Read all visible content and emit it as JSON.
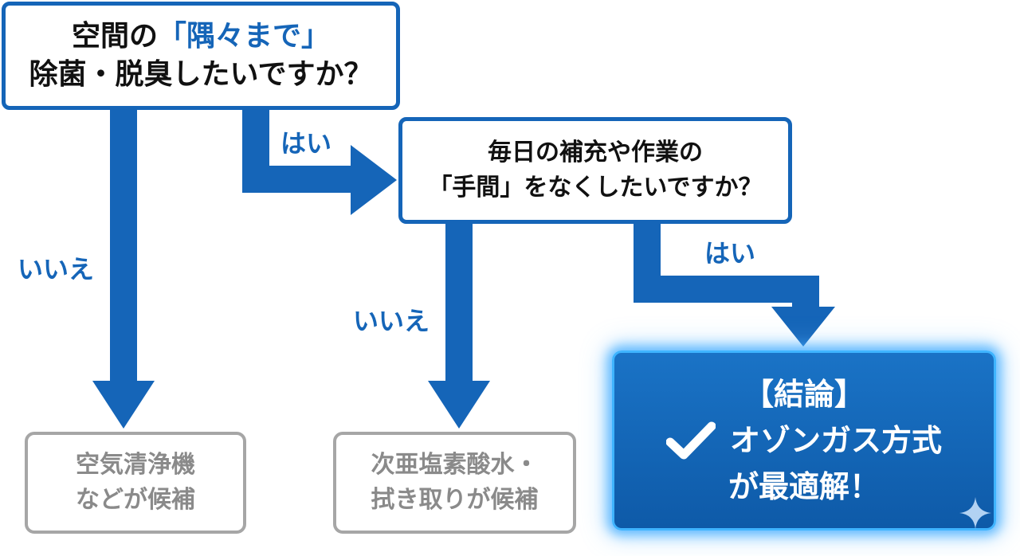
{
  "colors": {
    "primary_blue": "#1565b8",
    "candidate_gray": "#a6a6a6",
    "conclusion_glow": "#3fb4ff"
  },
  "question1": {
    "line1_before": "空間の",
    "line1_highlight": "「隅々まで」",
    "line2": "除菌・脱臭したいですか？"
  },
  "question2": {
    "line1": "毎日の補充や作業の",
    "line2": "「手間」をなくしたいですか？"
  },
  "labels": {
    "yes": "はい",
    "no": "いいえ"
  },
  "candidate1": {
    "line1": "空気清浄機",
    "line2": "などが候補"
  },
  "candidate2": {
    "line1": "次亜塩素酸水・",
    "line2": "拭き取りが候補"
  },
  "conclusion": {
    "tag": "【結論】",
    "line2": "オゾンガス方式",
    "line3": "が最適解！",
    "icon": "check-icon"
  }
}
